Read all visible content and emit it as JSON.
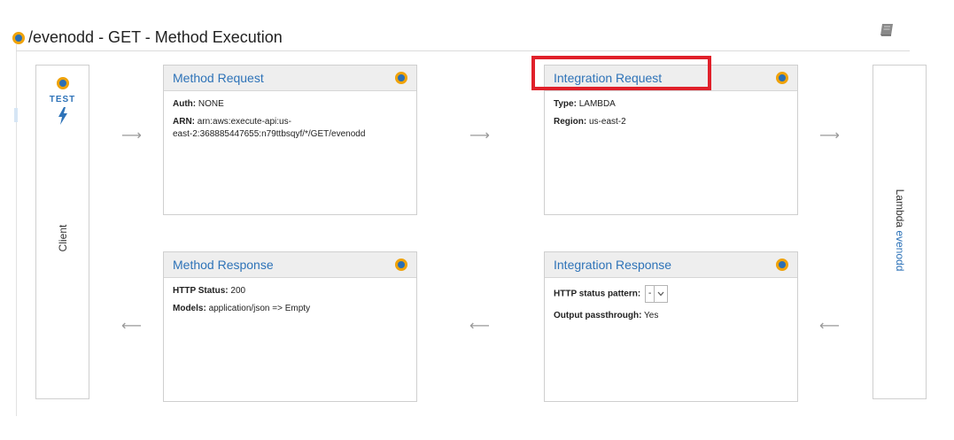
{
  "header": {
    "title": "/evenodd - GET - Method Execution",
    "doc_icon": "book-icon"
  },
  "client": {
    "test_label": "TEST",
    "test_icon": "lightning-bolt-icon",
    "label": "Client"
  },
  "method_request": {
    "title": "Method Request",
    "auth_label": "Auth:",
    "auth_value": "NONE",
    "arn_label": "ARN:",
    "arn_value_line1": "arn:aws:execute-api:us-",
    "arn_value_line2": "east-2:368885447655:n79ttbsqyf/*/GET/evenodd"
  },
  "integration_request": {
    "title": "Integration Request",
    "type_label": "Type:",
    "type_value": "LAMBDA",
    "region_label": "Region:",
    "region_value": "us-east-2"
  },
  "method_response": {
    "title": "Method Response",
    "status_label": "HTTP Status:",
    "status_value": "200",
    "models_label": "Models:",
    "models_value": "application/json => Empty"
  },
  "integration_response": {
    "title": "Integration Response",
    "pattern_label": "HTTP status pattern:",
    "pattern_selected": "-",
    "passthrough_label": "Output passthrough:",
    "passthrough_value": "Yes"
  },
  "lambda": {
    "prefix": "Lambda",
    "function_name": "evenodd"
  },
  "colors": {
    "link_blue": "#2e73b8",
    "highlight_red": "#e0202a",
    "dot_orange": "#f0a30a"
  }
}
